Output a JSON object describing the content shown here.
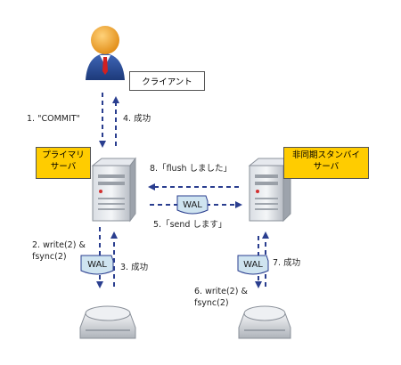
{
  "client": {
    "label": "クライアント"
  },
  "primary": {
    "line1": "プライマリ",
    "line2": "サーバ"
  },
  "standby": {
    "line1": "非同期スタンバイ",
    "line2": "サーバ"
  },
  "steps": {
    "s1": "1. \"COMMIT\"",
    "s2a": "2. write(2) &",
    "s2b": "fsync(2)",
    "s3": "3. 成功",
    "s4": "4. 成功",
    "s5": "5.「send します」",
    "s6a": "6. write(2) &",
    "s6b": "fsync(2)",
    "s7": "7. 成功",
    "s8": "8.「flush しました」"
  },
  "wal": {
    "label": "WAL"
  },
  "colors": {
    "arrow": "#2a3e8f",
    "gold": "#ffcc00",
    "wal_fill": "#cfe4f0"
  }
}
